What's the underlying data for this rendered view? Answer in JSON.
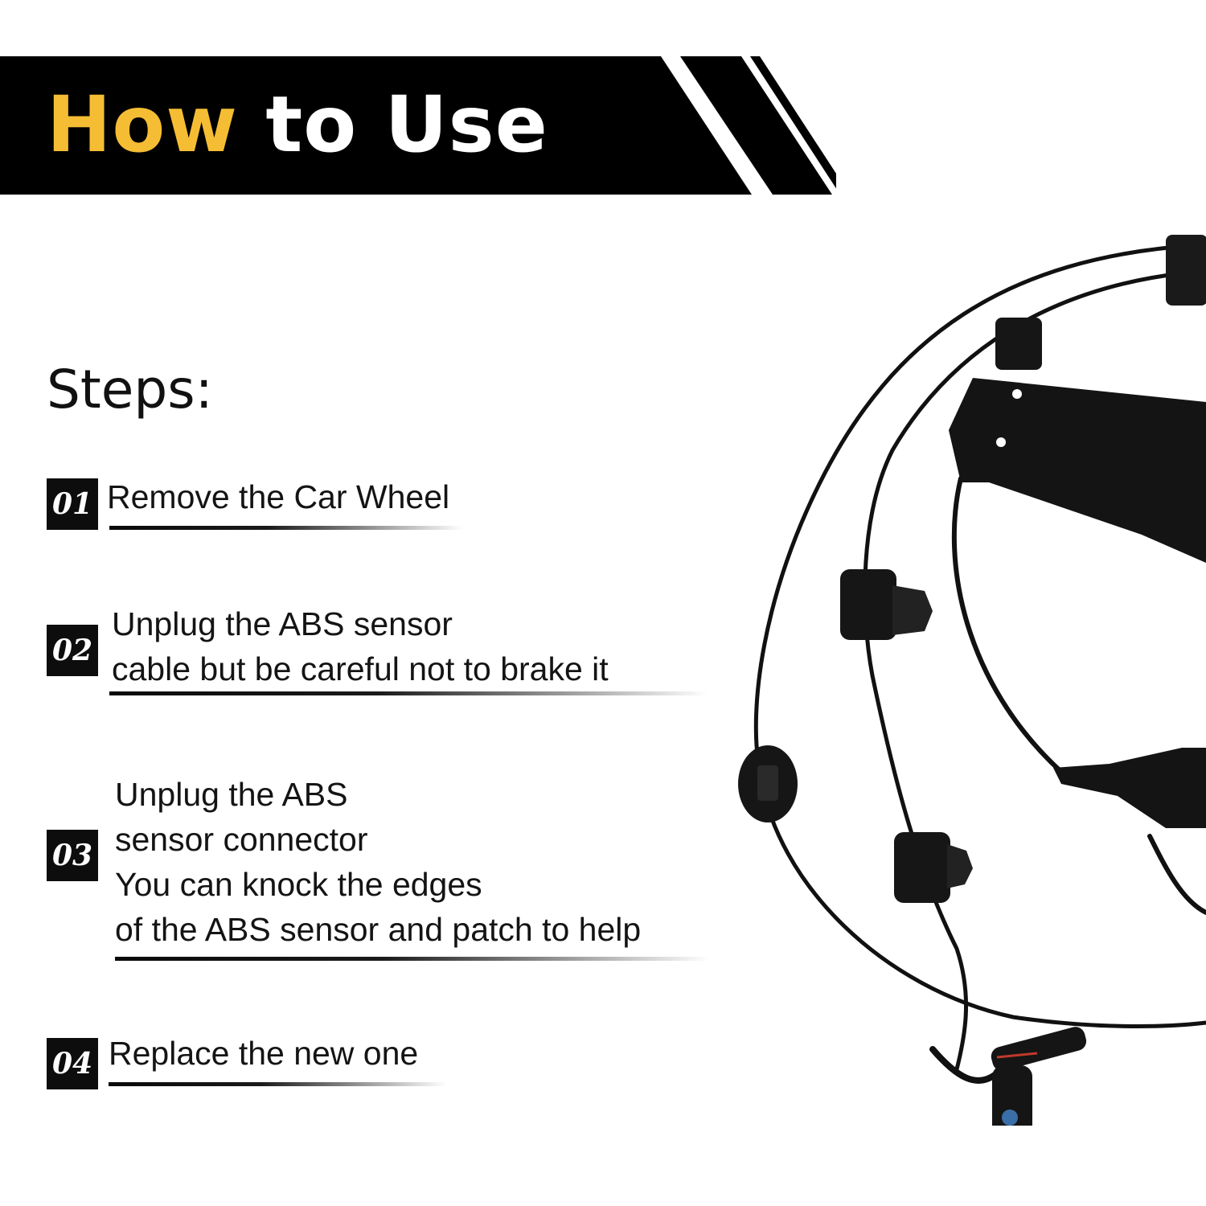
{
  "banner": {
    "title_accent": "How",
    "title_rest": " to Use"
  },
  "steps_heading": "Steps:",
  "steps": [
    {
      "number": "01",
      "lines": [
        "Remove the Car Wheel"
      ]
    },
    {
      "number": "02",
      "lines": [
        "Unplug the ABS sensor",
        "cable but be careful not to brake it"
      ]
    },
    {
      "number": "03",
      "lines": [
        "Unplug the ABS",
        "sensor connector",
        "You can knock the edges",
        "of the ABS sensor and patch to help"
      ]
    },
    {
      "number": "04",
      "lines": [
        "Replace the new one"
      ]
    }
  ],
  "colors": {
    "banner_bg": "#000000",
    "accent": "#f5bd33",
    "text": "#141414"
  },
  "product_image": {
    "icon": "abs-wheel-speed-sensor-cable"
  }
}
